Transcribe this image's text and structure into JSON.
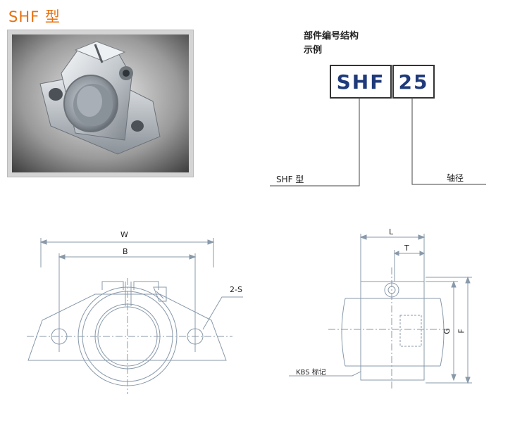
{
  "title": "SHF 型",
  "part_number_caption": {
    "line1": "部件编号结构",
    "line2": "示例"
  },
  "code_boxes": {
    "series": "SHF",
    "size": "25"
  },
  "callouts": {
    "series_label": "SHF 型",
    "size_label": "轴径"
  },
  "front_view": {
    "width_label": "W",
    "bolt_pitch_label": "B",
    "holes_label": "2-S"
  },
  "side_view": {
    "length_label": "L",
    "thickness_label": "T",
    "height_g_label": "G",
    "height_f_label": "F",
    "marking_label": "KBS 标记"
  },
  "colors": {
    "title": "#e8700f",
    "code_text": "#1f3a7a",
    "drawing_line": "#8899aa"
  }
}
